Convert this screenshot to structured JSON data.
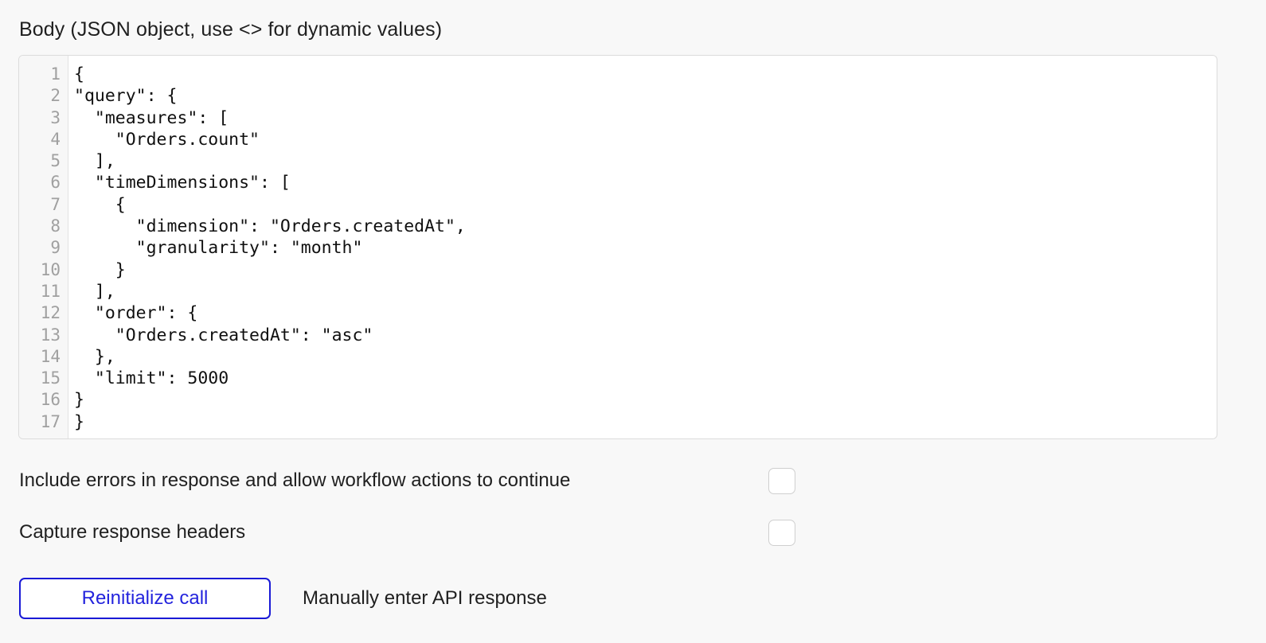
{
  "field": {
    "label": "Body (JSON object, use <> for dynamic values)"
  },
  "editor": {
    "line_numbers": [
      "1",
      "2",
      "3",
      "4",
      "5",
      "6",
      "7",
      "8",
      "9",
      "10",
      "11",
      "12",
      "13",
      "14",
      "15",
      "16",
      "17"
    ],
    "lines": [
      "{",
      "\"query\": {",
      "  \"measures\": [",
      "    \"Orders.count\"",
      "  ],",
      "  \"timeDimensions\": [",
      "    {",
      "      \"dimension\": \"Orders.createdAt\",",
      "      \"granularity\": \"month\"",
      "    }",
      "  ],",
      "  \"order\": {",
      "    \"Orders.createdAt\": \"asc\"",
      "  },",
      "  \"limit\": 5000",
      "}",
      "}"
    ]
  },
  "options": [
    {
      "label": "Include errors in response and allow workflow actions to continue",
      "checked": false
    },
    {
      "label": "Capture response headers",
      "checked": false
    }
  ],
  "footer": {
    "reinitialize_label": "Reinitialize call",
    "manual_response_label": "Manually enter API response"
  },
  "colors": {
    "page_background": "#f8f8f8",
    "editor_background": "#ffffff",
    "gutter_background": "#f7f7f7",
    "border": "#dcdcdc",
    "accent_blue": "#1a1ad6",
    "text": "#1f1f1f",
    "line_number": "#a0a0a0"
  }
}
